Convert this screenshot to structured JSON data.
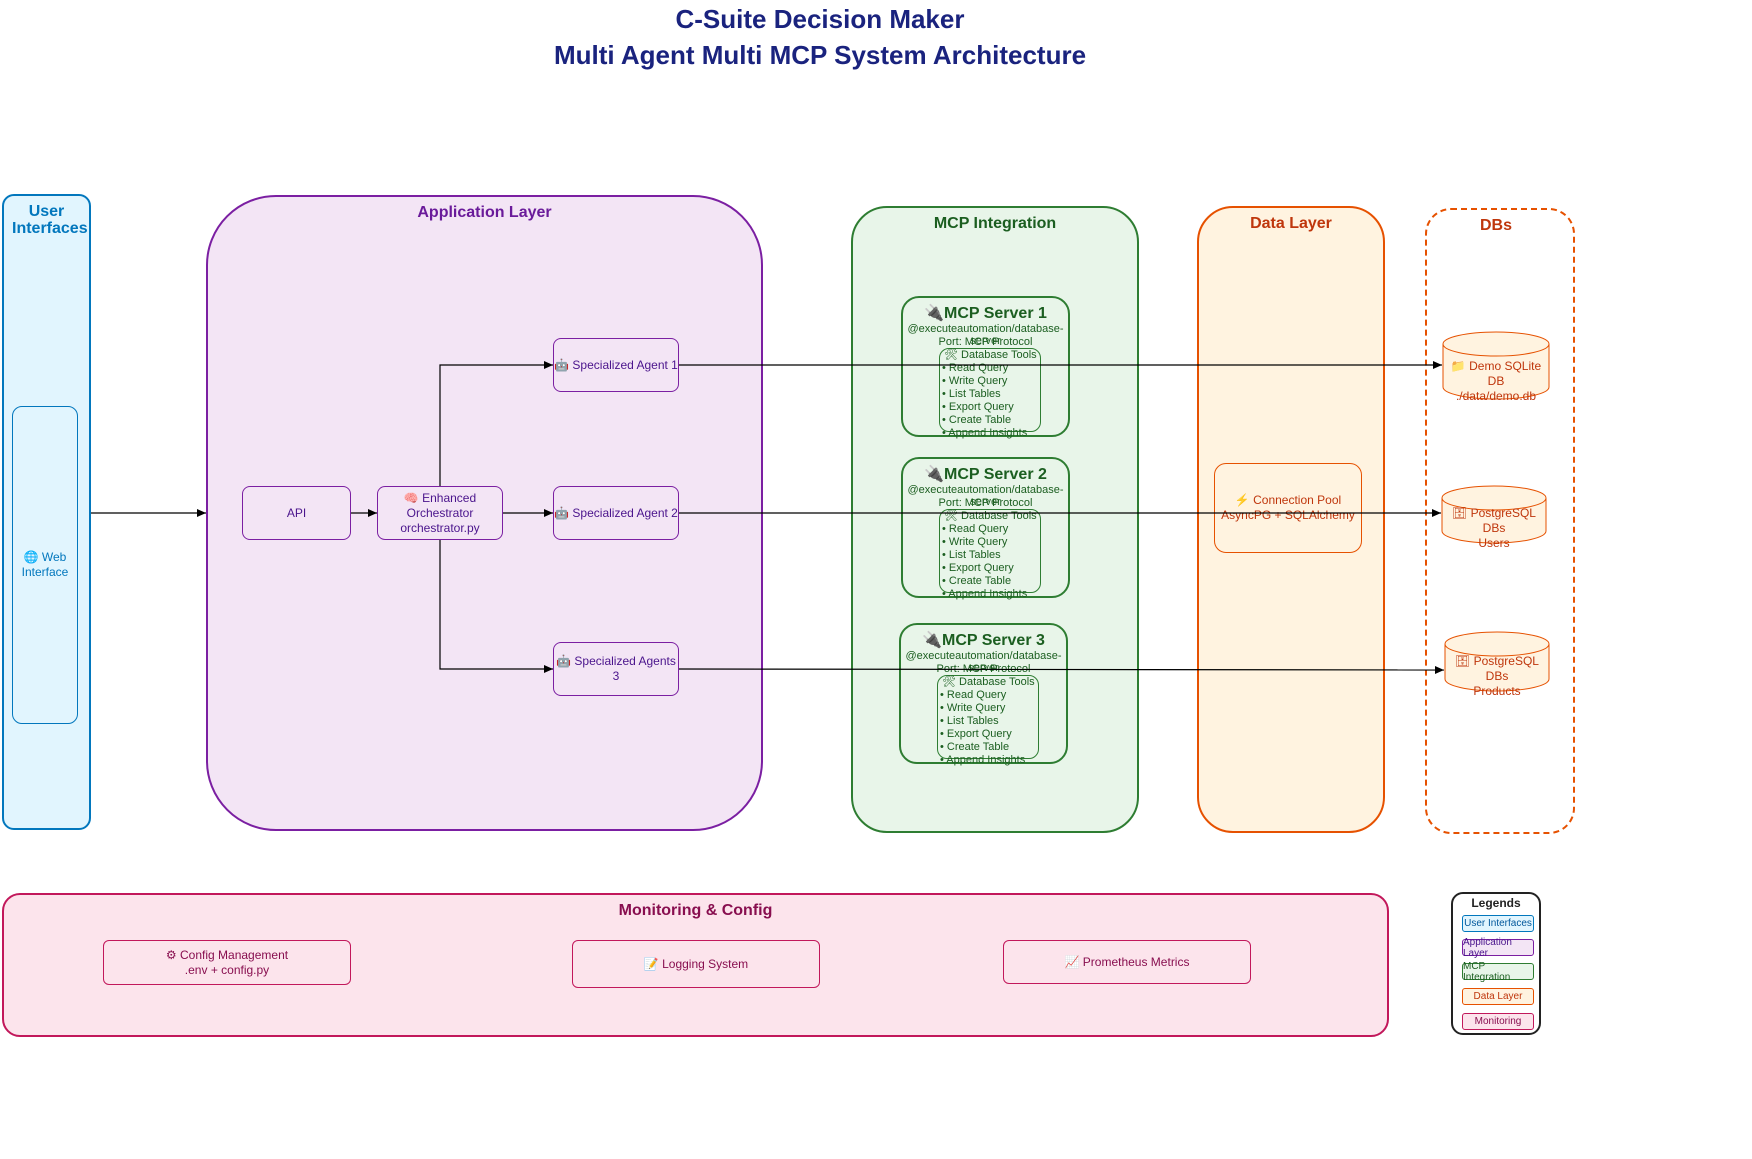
{
  "title_line1": "C-Suite Decision Maker",
  "title_line2": "Multi Agent Multi MCP System Architecture",
  "user_interfaces": {
    "title": "User Interfaces",
    "web_interface": "🌐 Web Interface"
  },
  "application_layer": {
    "title": "Application Layer",
    "api": "API",
    "orchestrator": [
      "🧠 Enhanced",
      "Orchestrator",
      "orchestrator.py"
    ],
    "agent1": "🤖 Specialized Agent 1",
    "agent2": "🤖 Specialized Agent 2",
    "agent3": "🤖 Specialized Agents 3"
  },
  "mcp_integration": {
    "title": "MCP Integration",
    "servers": [
      {
        "name": "🔌MCP Server 1",
        "package": "@executeautomation/database-server",
        "port": "Port: MCP Protocol"
      },
      {
        "name": "🔌MCP Server 2",
        "package": "@executeautomation/database-server",
        "port": "Port: MCP Protocol"
      },
      {
        "name": "🔌MCP Server 3",
        "package": "@executeautomation/database-server",
        "port": "Port: MCP Protocol"
      }
    ],
    "tools_title": "🛠 Database Tools",
    "tools": [
      "• Read Query",
      "• Write Query",
      "• List Tables",
      "• Export Query",
      "• Create Table",
      "• Append Insights"
    ]
  },
  "data_layer": {
    "title": "Data Layer",
    "connection_pool": [
      "⚡ Connection Pool",
      "AsyncPG + SQLAlchemy"
    ]
  },
  "dbs": {
    "title": "DBs",
    "db1": [
      "📁 Demo SQLite DB",
      "./data/demo.db"
    ],
    "db2": [
      "🗄 PostgreSQL DBs",
      "Users"
    ],
    "db3": [
      "🗄 PostgreSQL DBs",
      "Products"
    ]
  },
  "monitoring": {
    "title": "Monitoring & Config",
    "config": [
      "⚙ Config Management",
      ".env + config.py"
    ],
    "logging": "📝 Logging System",
    "metrics": "📈 Prometheus Metrics"
  },
  "legend": {
    "title": "Legends",
    "items": [
      "User Interfaces",
      "Application Layer",
      "MCP Integration",
      "Data Layer",
      "Monitoring"
    ]
  },
  "colors": {
    "user": "#0277bd",
    "user_fill": "#e1f5fe",
    "app": "#7b1fa2",
    "app_fill": "#f3e5f5",
    "mcp": "#2e7d32",
    "mcp_fill": "#e8f5e9",
    "data": "#e65100",
    "data_fill": "#fff3e0",
    "mon": "#c2185b",
    "mon_fill": "#fce4ec"
  }
}
